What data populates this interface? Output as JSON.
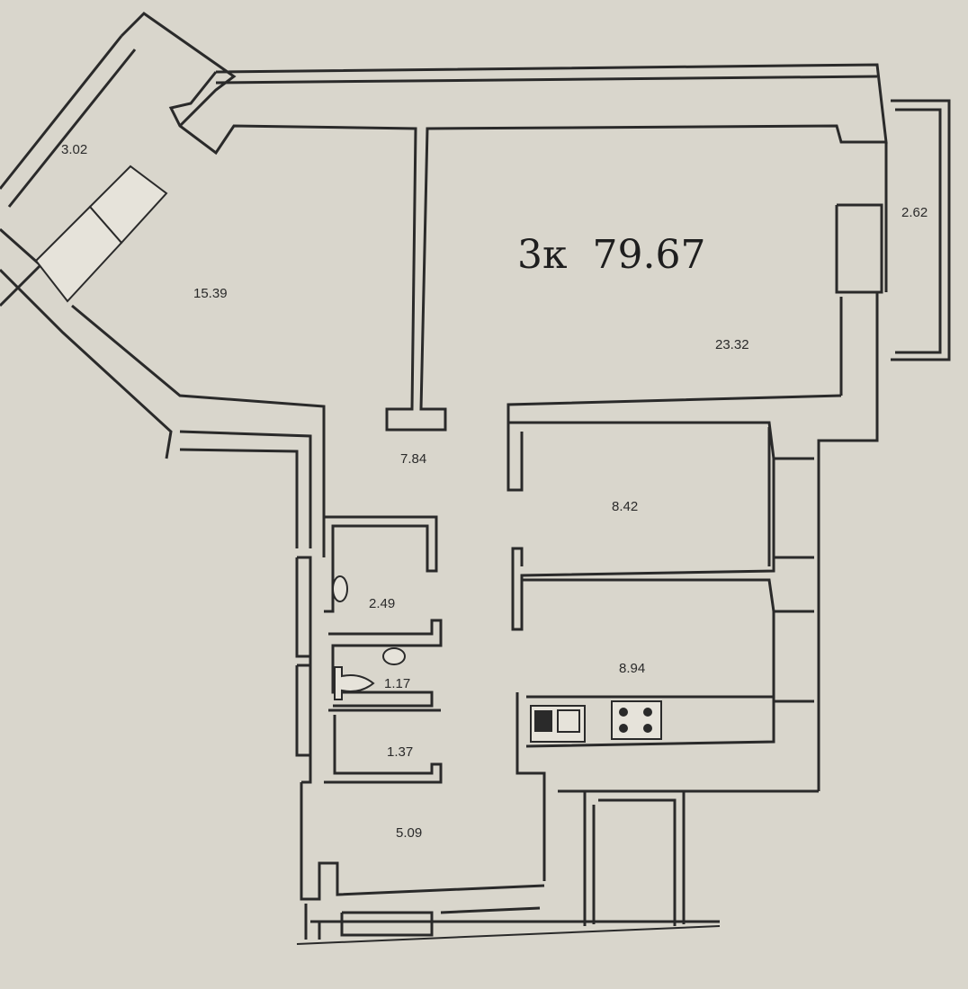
{
  "plan": {
    "title_type": "3к",
    "title_area": "79.67",
    "rooms": [
      {
        "id": "balcony-west",
        "area": "3.02"
      },
      {
        "id": "bedroom-west",
        "area": "15.39"
      },
      {
        "id": "living-room",
        "area": "23.32"
      },
      {
        "id": "balcony-east",
        "area": "2.62"
      },
      {
        "id": "hallway",
        "area": "7.84"
      },
      {
        "id": "bedroom-middle",
        "area": "8.42"
      },
      {
        "id": "kitchen",
        "area": "8.94"
      },
      {
        "id": "bathroom",
        "area": "2.49"
      },
      {
        "id": "toilet",
        "area": "1.17"
      },
      {
        "id": "storage",
        "area": "1.37"
      },
      {
        "id": "entrance-hall",
        "area": "5.09"
      }
    ],
    "colors": {
      "paper": "#d9d6cc",
      "ink": "#2a2a2a"
    }
  }
}
